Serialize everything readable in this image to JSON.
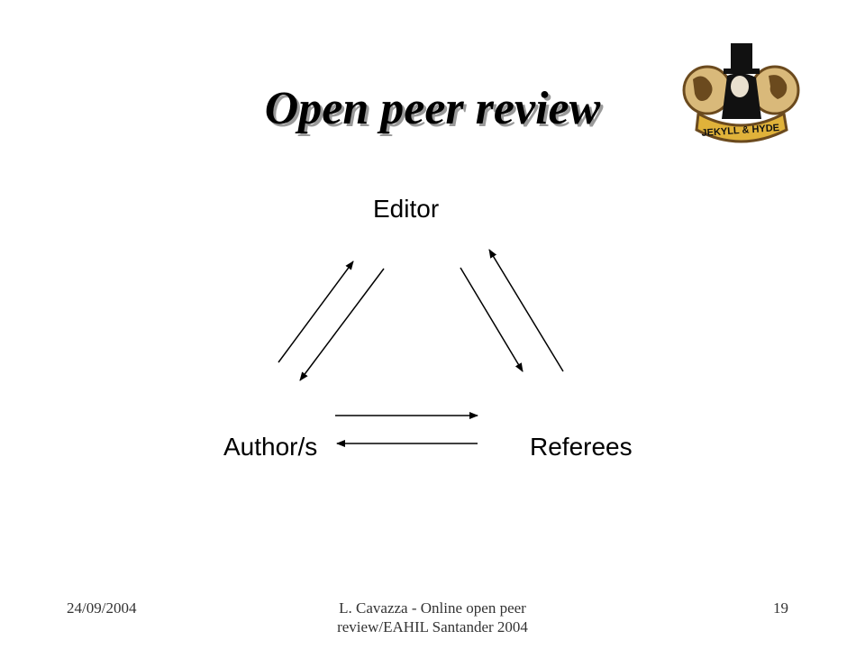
{
  "title": "Open peer review",
  "logo": {
    "icon": "jekyll-hyde-logo-icon",
    "text": "JEKYLL & HYDE",
    "colors": {
      "gold": "#e0b23a",
      "brown": "#6b4a1e",
      "black": "#111111"
    }
  },
  "diagram": {
    "nodes": {
      "editor": "Editor",
      "author": "Author/s",
      "referees": "Referees"
    }
  },
  "footer": {
    "date": "24/09/2004",
    "center_line1": "L. Cavazza - Online open peer",
    "center_line2": "review/EAHIL Santander 2004",
    "page": "19"
  }
}
